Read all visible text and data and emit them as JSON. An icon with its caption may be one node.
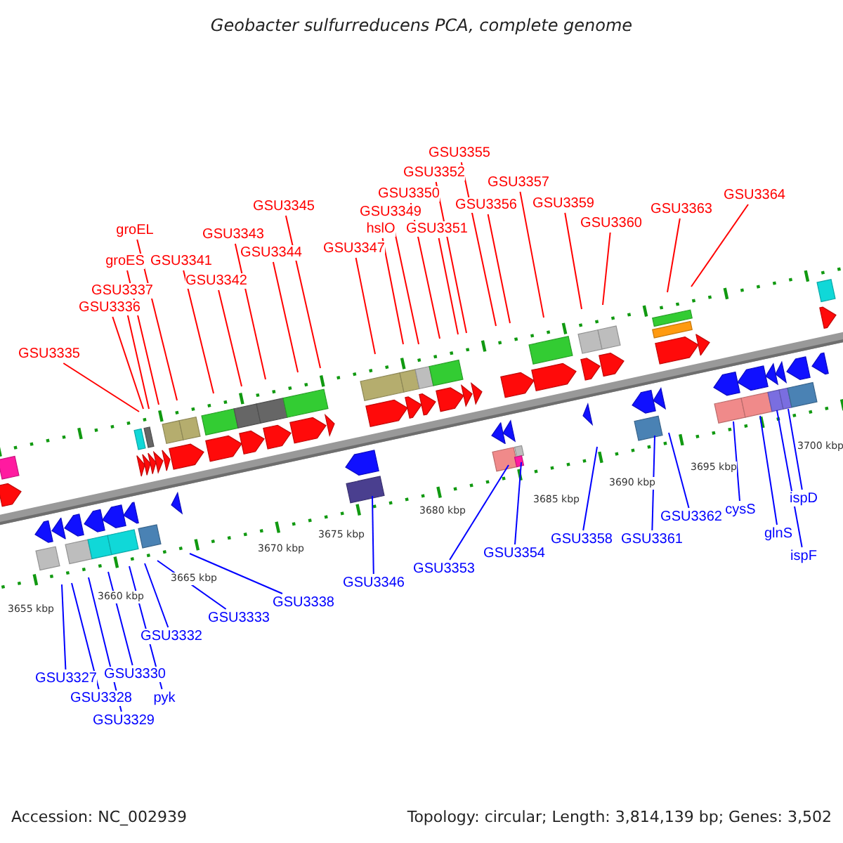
{
  "diagram": {
    "title": "Geobacter sulfurreducens PCA, complete genome",
    "nodes": [
      {
        "text": [
          "GSU3335"
        ]
      },
      {
        "text": [
          "GSU3336"
        ]
      },
      {
        "text": [
          "GSU3337"
        ]
      },
      {
        "text": [
          "groES"
        ]
      },
      {
        "text": [
          "groEL"
        ]
      },
      {
        "text": [
          "GSU3341"
        ]
      },
      {
        "text": [
          "GSU3342"
        ]
      },
      {
        "text": [
          "GSU3343"
        ]
      },
      {
        "text": [
          "GSU3344"
        ]
      },
      {
        "text": [
          "GSU3345"
        ]
      },
      {
        "text": [
          "GSU3347"
        ]
      },
      {
        "text": [
          "hslO"
        ]
      },
      {
        "text": [
          "GSU3349"
        ]
      },
      {
        "text": [
          "GSU3350"
        ]
      },
      {
        "text": [
          "GSU3351"
        ]
      },
      {
        "text": [
          "GSU3352"
        ]
      },
      {
        "text": [
          "GSU3355"
        ]
      },
      {
        "text": [
          "GSU3356"
        ]
      },
      {
        "text": [
          "GSU3357"
        ]
      },
      {
        "text": [
          "GSU3359"
        ]
      },
      {
        "text": [
          "GSU3360"
        ]
      },
      {
        "text": [
          "GSU3363"
        ]
      },
      {
        "text": [
          "GSU3364"
        ]
      },
      {
        "text": [
          "GSU3327"
        ]
      },
      {
        "text": [
          "GSU3328"
        ]
      },
      {
        "text": [
          "GSU3329"
        ]
      },
      {
        "text": [
          "GSU3330"
        ]
      },
      {
        "text": [
          "pyk"
        ]
      },
      {
        "text": [
          "GSU3332"
        ]
      },
      {
        "text": [
          "GSU3333"
        ]
      },
      {
        "text": [
          "GSU3338"
        ]
      },
      {
        "text": [
          "GSU3346"
        ]
      },
      {
        "text": [
          "GSU3353"
        ]
      },
      {
        "text": [
          "GSU3354"
        ]
      },
      {
        "text": [
          "GSU3358"
        ]
      },
      {
        "text": [
          "GSU3361"
        ]
      },
      {
        "text": [
          "GSU3362"
        ]
      },
      {
        "text": [
          "cysS"
        ]
      },
      {
        "text": [
          "glnS"
        ]
      },
      {
        "text": [
          "ispD"
        ]
      },
      {
        "text": [
          "ispF"
        ]
      }
    ],
    "edges": [
      {
        "from": 0,
        "to": null,
        "arrow": "none"
      },
      {
        "from": 1,
        "to": null,
        "arrow": "none"
      },
      {
        "from": 2,
        "to": null,
        "arrow": "none"
      },
      {
        "from": 3,
        "to": null,
        "arrow": "none"
      },
      {
        "from": 4,
        "to": null,
        "arrow": "none"
      },
      {
        "from": 5,
        "to": null,
        "arrow": "none"
      },
      {
        "from": 6,
        "to": null,
        "arrow": "none"
      },
      {
        "from": 7,
        "to": null,
        "arrow": "none"
      },
      {
        "from": 8,
        "to": null,
        "arrow": "none"
      },
      {
        "from": 9,
        "to": null,
        "arrow": "none"
      },
      {
        "from": 10,
        "to": null,
        "arrow": "none"
      },
      {
        "from": 11,
        "to": null,
        "arrow": "none"
      },
      {
        "from": 12,
        "to": null,
        "arrow": "none"
      },
      {
        "from": 13,
        "to": null,
        "arrow": "none"
      },
      {
        "from": 14,
        "to": null,
        "arrow": "none"
      },
      {
        "from": 15,
        "to": null,
        "arrow": "none"
      },
      {
        "from": 16,
        "to": null,
        "arrow": "none"
      },
      {
        "from": 17,
        "to": null,
        "arrow": "none"
      },
      {
        "from": 18,
        "to": null,
        "arrow": "none"
      },
      {
        "from": 19,
        "to": null,
        "arrow": "none"
      },
      {
        "from": 20,
        "to": null,
        "arrow": "none"
      },
      {
        "from": 21,
        "to": null,
        "arrow": "none"
      },
      {
        "from": 22,
        "to": null,
        "arrow": "none"
      },
      {
        "from": 23,
        "to": null,
        "arrow": "none",
        "color": "#0000ff"
      },
      {
        "from": 24,
        "to": null,
        "arrow": "none",
        "color": "#0000ff"
      },
      {
        "from": 25,
        "to": null,
        "arrow": "none",
        "color": "#0000ff"
      },
      {
        "from": 26,
        "to": null,
        "arrow": "none",
        "color": "#0000ff"
      },
      {
        "from": 27,
        "to": null,
        "arrow": "none",
        "color": "#0000ff"
      },
      {
        "from": 28,
        "to": null,
        "arrow": "none",
        "color": "#0000ff"
      },
      {
        "from": 29,
        "to": null,
        "arrow": "none",
        "color": "#0000ff"
      },
      {
        "from": 30,
        "to": null,
        "arrow": "none",
        "color": "#0000ff"
      },
      {
        "from": 31,
        "to": null,
        "arrow": "none",
        "color": "#0000ff"
      },
      {
        "from": 32,
        "to": null,
        "arrow": "none",
        "color": "#0000ff"
      },
      {
        "from": 33,
        "to": null,
        "arrow": "none",
        "color": "#0000ff"
      },
      {
        "from": 34,
        "to": null,
        "arrow": "none",
        "color": "#0000ff"
      },
      {
        "from": 35,
        "to": null,
        "arrow": "none",
        "color": "#0000ff"
      },
      {
        "from": 36,
        "to": null,
        "arrow": "none",
        "color": "#0000ff"
      },
      {
        "from": 37,
        "to": null,
        "arrow": "none",
        "color": "#0000ff"
      },
      {
        "from": 38,
        "to": null,
        "arrow": "none",
        "color": "#0000ff"
      },
      {
        "from": 39,
        "to": null,
        "arrow": "none",
        "color": "#0000ff"
      },
      {
        "from": 40,
        "to": null,
        "arrow": "none",
        "color": "#0000ff"
      }
    ],
    "labels": [
      "3655 kbp",
      "3660 kbp",
      "3665 kbp",
      "3670 kbp",
      "3675 kbp",
      "3680 kbp",
      "3685 kbp",
      "3690 kbp",
      "3695 kbp",
      "3700 kbp",
      "Accession: NC_002939",
      "Topology: circular; Length: 3,814,139 bp; Genes: 3,502"
    ]
  }
}
